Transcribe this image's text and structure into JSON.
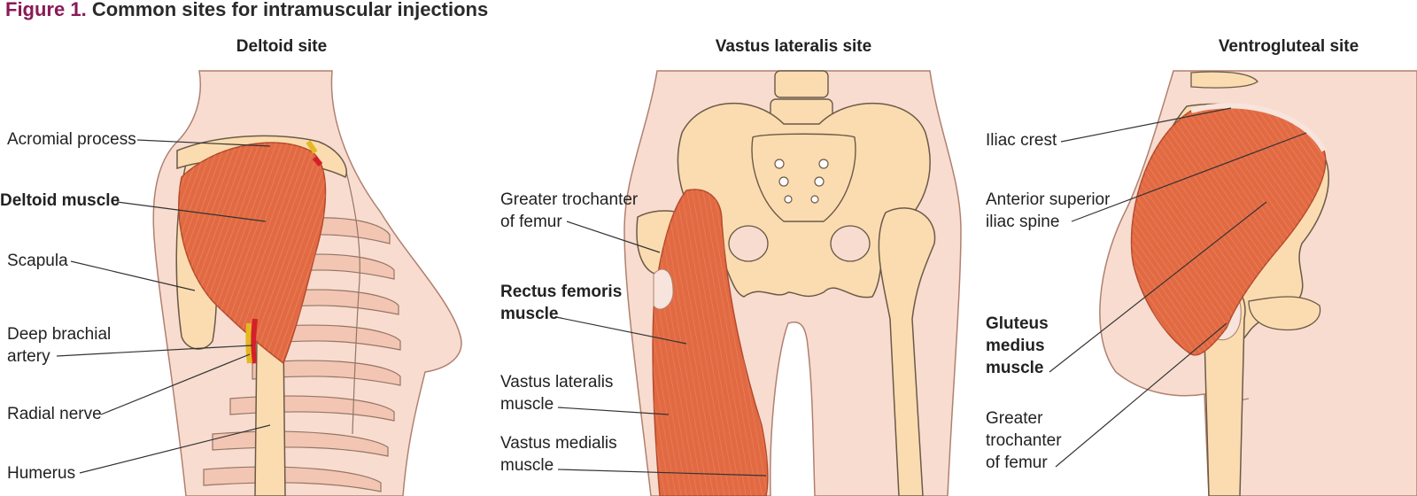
{
  "figure": {
    "number": "Figure 1.",
    "title": "Common sites for intramuscular injections"
  },
  "panels": {
    "deltoid": {
      "title": "Deltoid site",
      "labels": {
        "acromial": "Acromial process",
        "deltoid_muscle": "Deltoid muscle",
        "scapula": "Scapula",
        "deep_brachial_1": "Deep brachial",
        "deep_brachial_2": "artery",
        "radial_nerve": "Radial nerve",
        "humerus": "Humerus"
      }
    },
    "vastus": {
      "title": "Vastus lateralis site",
      "labels": {
        "greater_troch_1": "Greater trochanter",
        "greater_troch_2": "of femur",
        "rectus_1": "Rectus femoris",
        "rectus_2": "muscle",
        "vastus_lat_1": "Vastus lateralis",
        "vastus_lat_2": "muscle",
        "vastus_med_1": "Vastus medialis",
        "vastus_med_2": "muscle"
      }
    },
    "ventrogluteal": {
      "title": "Ventrogluteal site",
      "labels": {
        "iliac_crest": "Iliac crest",
        "asis_1": "Anterior superior",
        "asis_2": "iliac spine",
        "gluteus_1": "Gluteus",
        "gluteus_2": "medius",
        "gluteus_3": "muscle",
        "gt_1": "Greater",
        "gt_2": "trochanter",
        "gt_3": "of femur"
      }
    }
  },
  "colors": {
    "skin": "#f8dcd0",
    "skin_outline": "#b08070",
    "bone": "#fbdcb0",
    "bone_outline": "#6b5a48",
    "muscle": "#e26a43",
    "muscle_dark": "#c84b2c",
    "artery": "#d4202a",
    "nerve": "#e4b820",
    "title_accent": "#8a1a55"
  }
}
